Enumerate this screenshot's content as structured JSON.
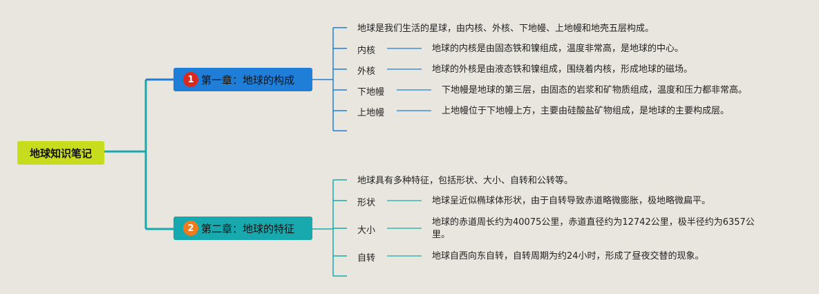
{
  "colors": {
    "background": "#e9e6df",
    "root": "#c8dc1e",
    "chapter1": "#1f7fd8",
    "chapter2": "#17a9ad",
    "badge1": "#d92a1f",
    "badge2": "#ef7b1d",
    "line1": "#1f7fd8",
    "line2": "#17a9ad"
  },
  "root": {
    "title": "地球知识笔记"
  },
  "chapters": [
    {
      "badge": "1",
      "title": "第一章：地球的构成",
      "intro": "地球是我们生活的星球，由内核、外核、下地幔、上地幔和地壳五层构成。",
      "items": [
        {
          "label": "内核",
          "text": "地球的内核是由固态铁和镍组成，温度非常高，是地球的中心。"
        },
        {
          "label": "外核",
          "text": "地球的外核是由液态铁和镍组成，围绕着内核，形成地球的磁场。"
        },
        {
          "label": "下地幔",
          "text": "下地幔是地球的第三层，由固态的岩浆和矿物质组成，温度和压力都非常高。"
        },
        {
          "label": "上地幔",
          "text": "上地幔位于下地幔上方，主要由硅酸盐矿物组成，是地球的主要构成层。"
        }
      ]
    },
    {
      "badge": "2",
      "title": "第二章：地球的特征",
      "intro": "地球具有多种特征，包括形状、大小、自转和公转等。",
      "items": [
        {
          "label": "形状",
          "text": "地球呈近似椭球体形状，由于自转导致赤道略微膨胀，极地略微扁平。"
        },
        {
          "label": "大小",
          "text": "地球的赤道周长约为40075公里，赤道直径约为12742公里，极半径约为6357公里。"
        },
        {
          "label": "自转",
          "text": "地球自西向东自转，自转周期为约24小时，形成了昼夜交替的现象。"
        }
      ]
    }
  ]
}
